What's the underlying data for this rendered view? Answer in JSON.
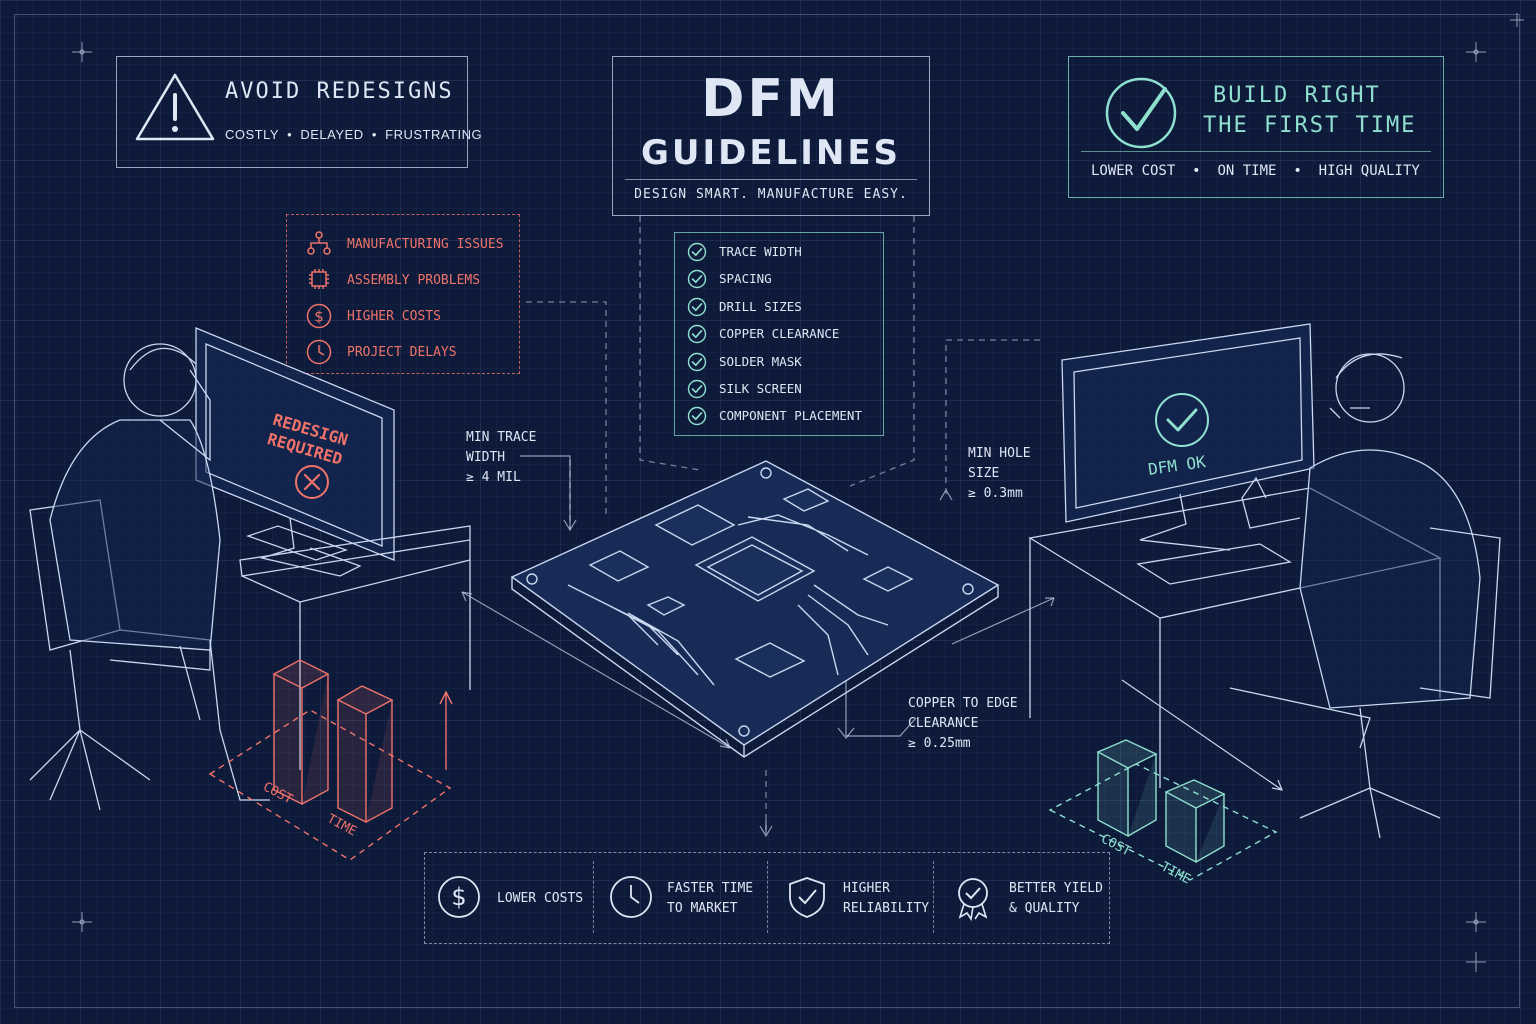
{
  "title": {
    "line1": "DFM",
    "line2": "GUIDELINES",
    "tagline": "DESIGN SMART. MANUFACTURE EASY."
  },
  "avoid": {
    "heading": "AVOID REDESIGNS",
    "sub": [
      "COSTLY",
      "DELAYED",
      "FRUSTRATING"
    ]
  },
  "build": {
    "line1": "BUILD RIGHT",
    "line2": "THE FIRST TIME",
    "sub": [
      "LOWER COST",
      "ON TIME",
      "HIGH QUALITY"
    ]
  },
  "issues": [
    "MANUFACTURING ISSUES",
    "ASSEMBLY PROBLEMS",
    "HIGHER COSTS",
    "PROJECT DELAYS"
  ],
  "checklist": [
    "TRACE WIDTH",
    "SPACING",
    "DRILL SIZES",
    "COPPER CLEARANCE",
    "SOLDER MASK",
    "SILK SCREEN",
    "COMPONENT PLACEMENT"
  ],
  "annotations": {
    "trace": [
      "MIN TRACE",
      "WIDTH",
      "≥ 4 MIL"
    ],
    "hole": [
      "MIN HOLE",
      "SIZE",
      "≥ 0.3mm"
    ],
    "edge": [
      "COPPER TO EDGE",
      "CLEARANCE",
      "≥ 0.25mm"
    ]
  },
  "left_screen": {
    "line1": "REDESIGN",
    "line2": "REQUIRED"
  },
  "right_screen": {
    "label": "DFM OK"
  },
  "left_bars": {
    "cost": "COST",
    "time": "TIME"
  },
  "right_bars": {
    "cost": "COST",
    "time": "TIME"
  },
  "benefits": [
    {
      "lines": [
        "LOWER COSTS"
      ],
      "icon": "dollar-icon"
    },
    {
      "lines": [
        "FASTER TIME",
        "TO MARKET"
      ],
      "icon": "clock-icon"
    },
    {
      "lines": [
        "HIGHER",
        "RELIABILITY"
      ],
      "icon": "shield-check-icon"
    },
    {
      "lines": [
        "BETTER YIELD",
        "& QUALITY"
      ],
      "icon": "award-ribbon-icon"
    }
  ],
  "colors": {
    "background": "#0d1a3a",
    "warning": "#f0736a",
    "success": "#8fe0cf",
    "line": "#dfe7f5"
  }
}
